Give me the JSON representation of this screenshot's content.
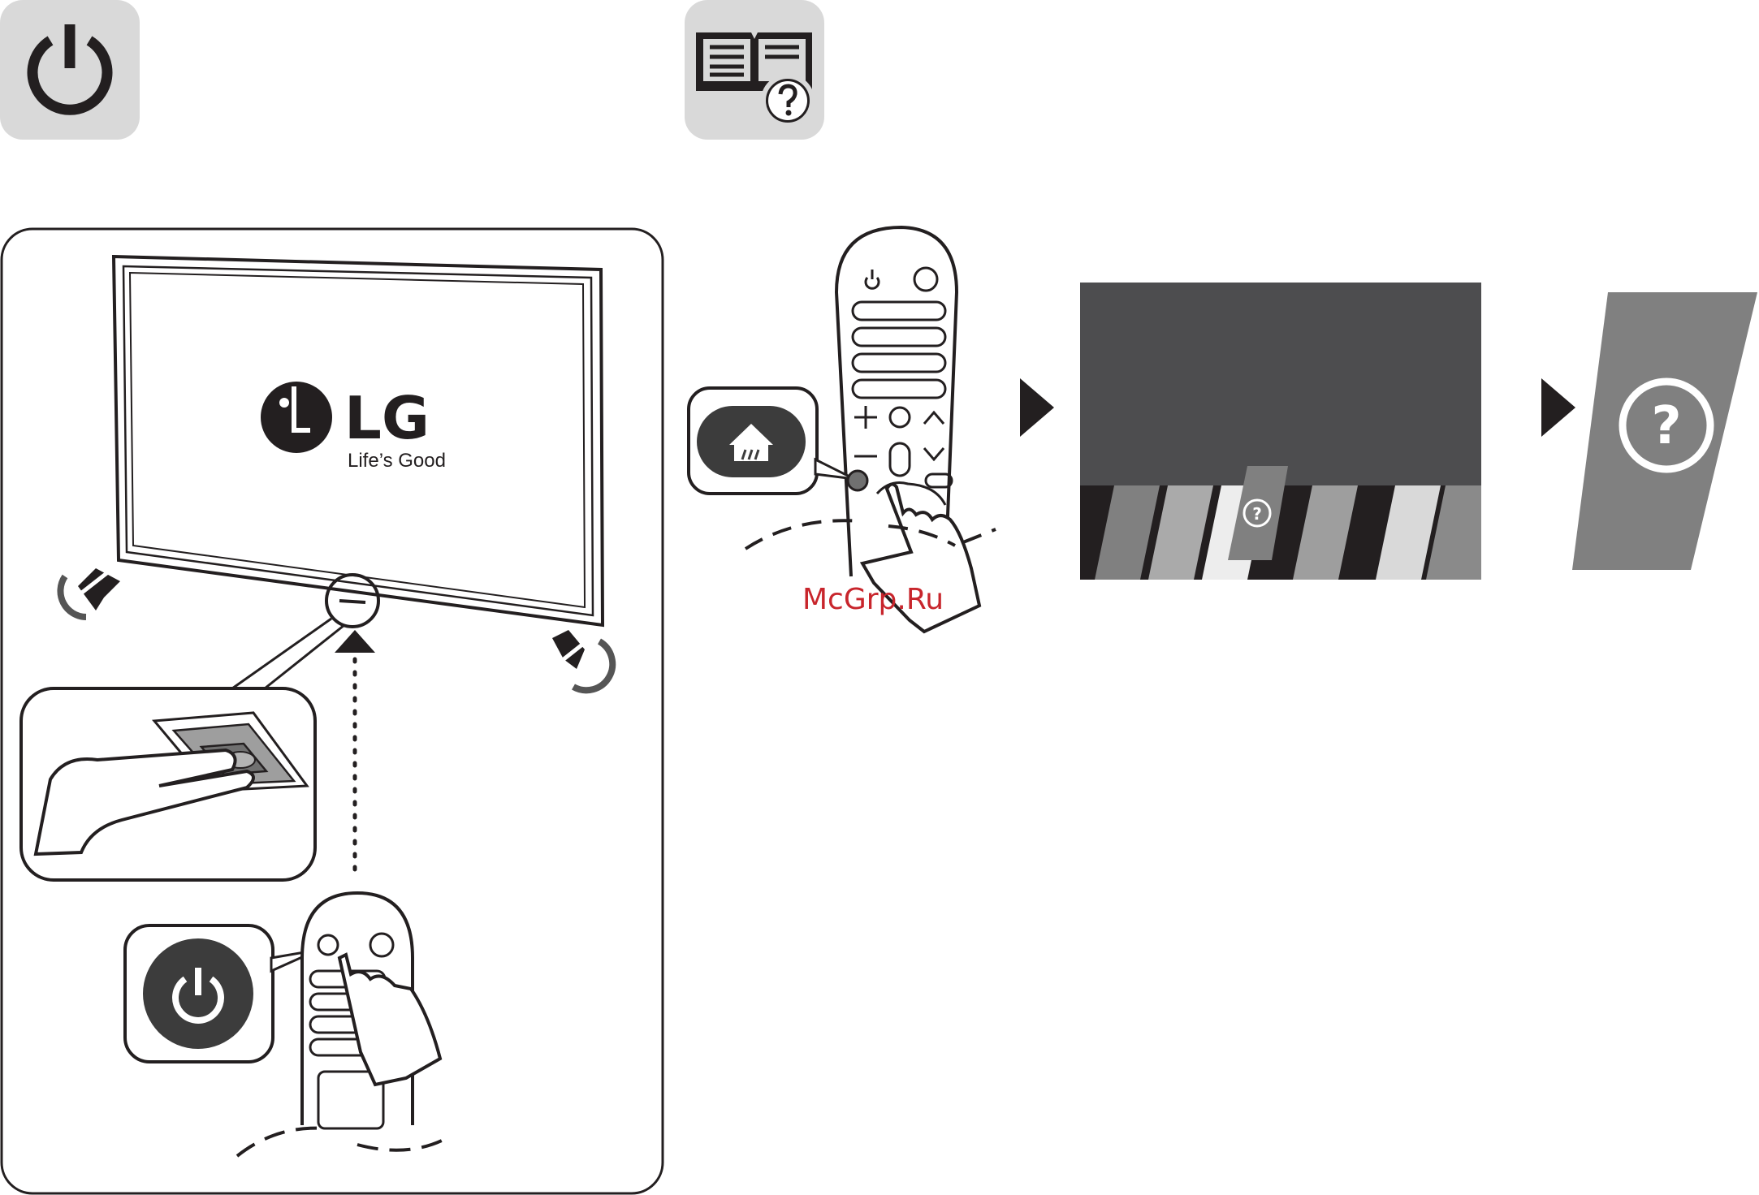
{
  "tv_logo": {
    "brand": "LG",
    "tagline": "Life’s Good"
  },
  "watermark": {
    "text": "McGrp.Ru",
    "color": "#c8252c"
  },
  "icons": {
    "power_tile": "power-icon",
    "manual_tile": "book-question-icon",
    "home_button": "home-icon",
    "help": "question-icon"
  },
  "colors": {
    "tile": "#d9d9d9",
    "ink": "#231f20",
    "screen_dark": "#4d4d4f",
    "panel_gray": "#808080"
  }
}
